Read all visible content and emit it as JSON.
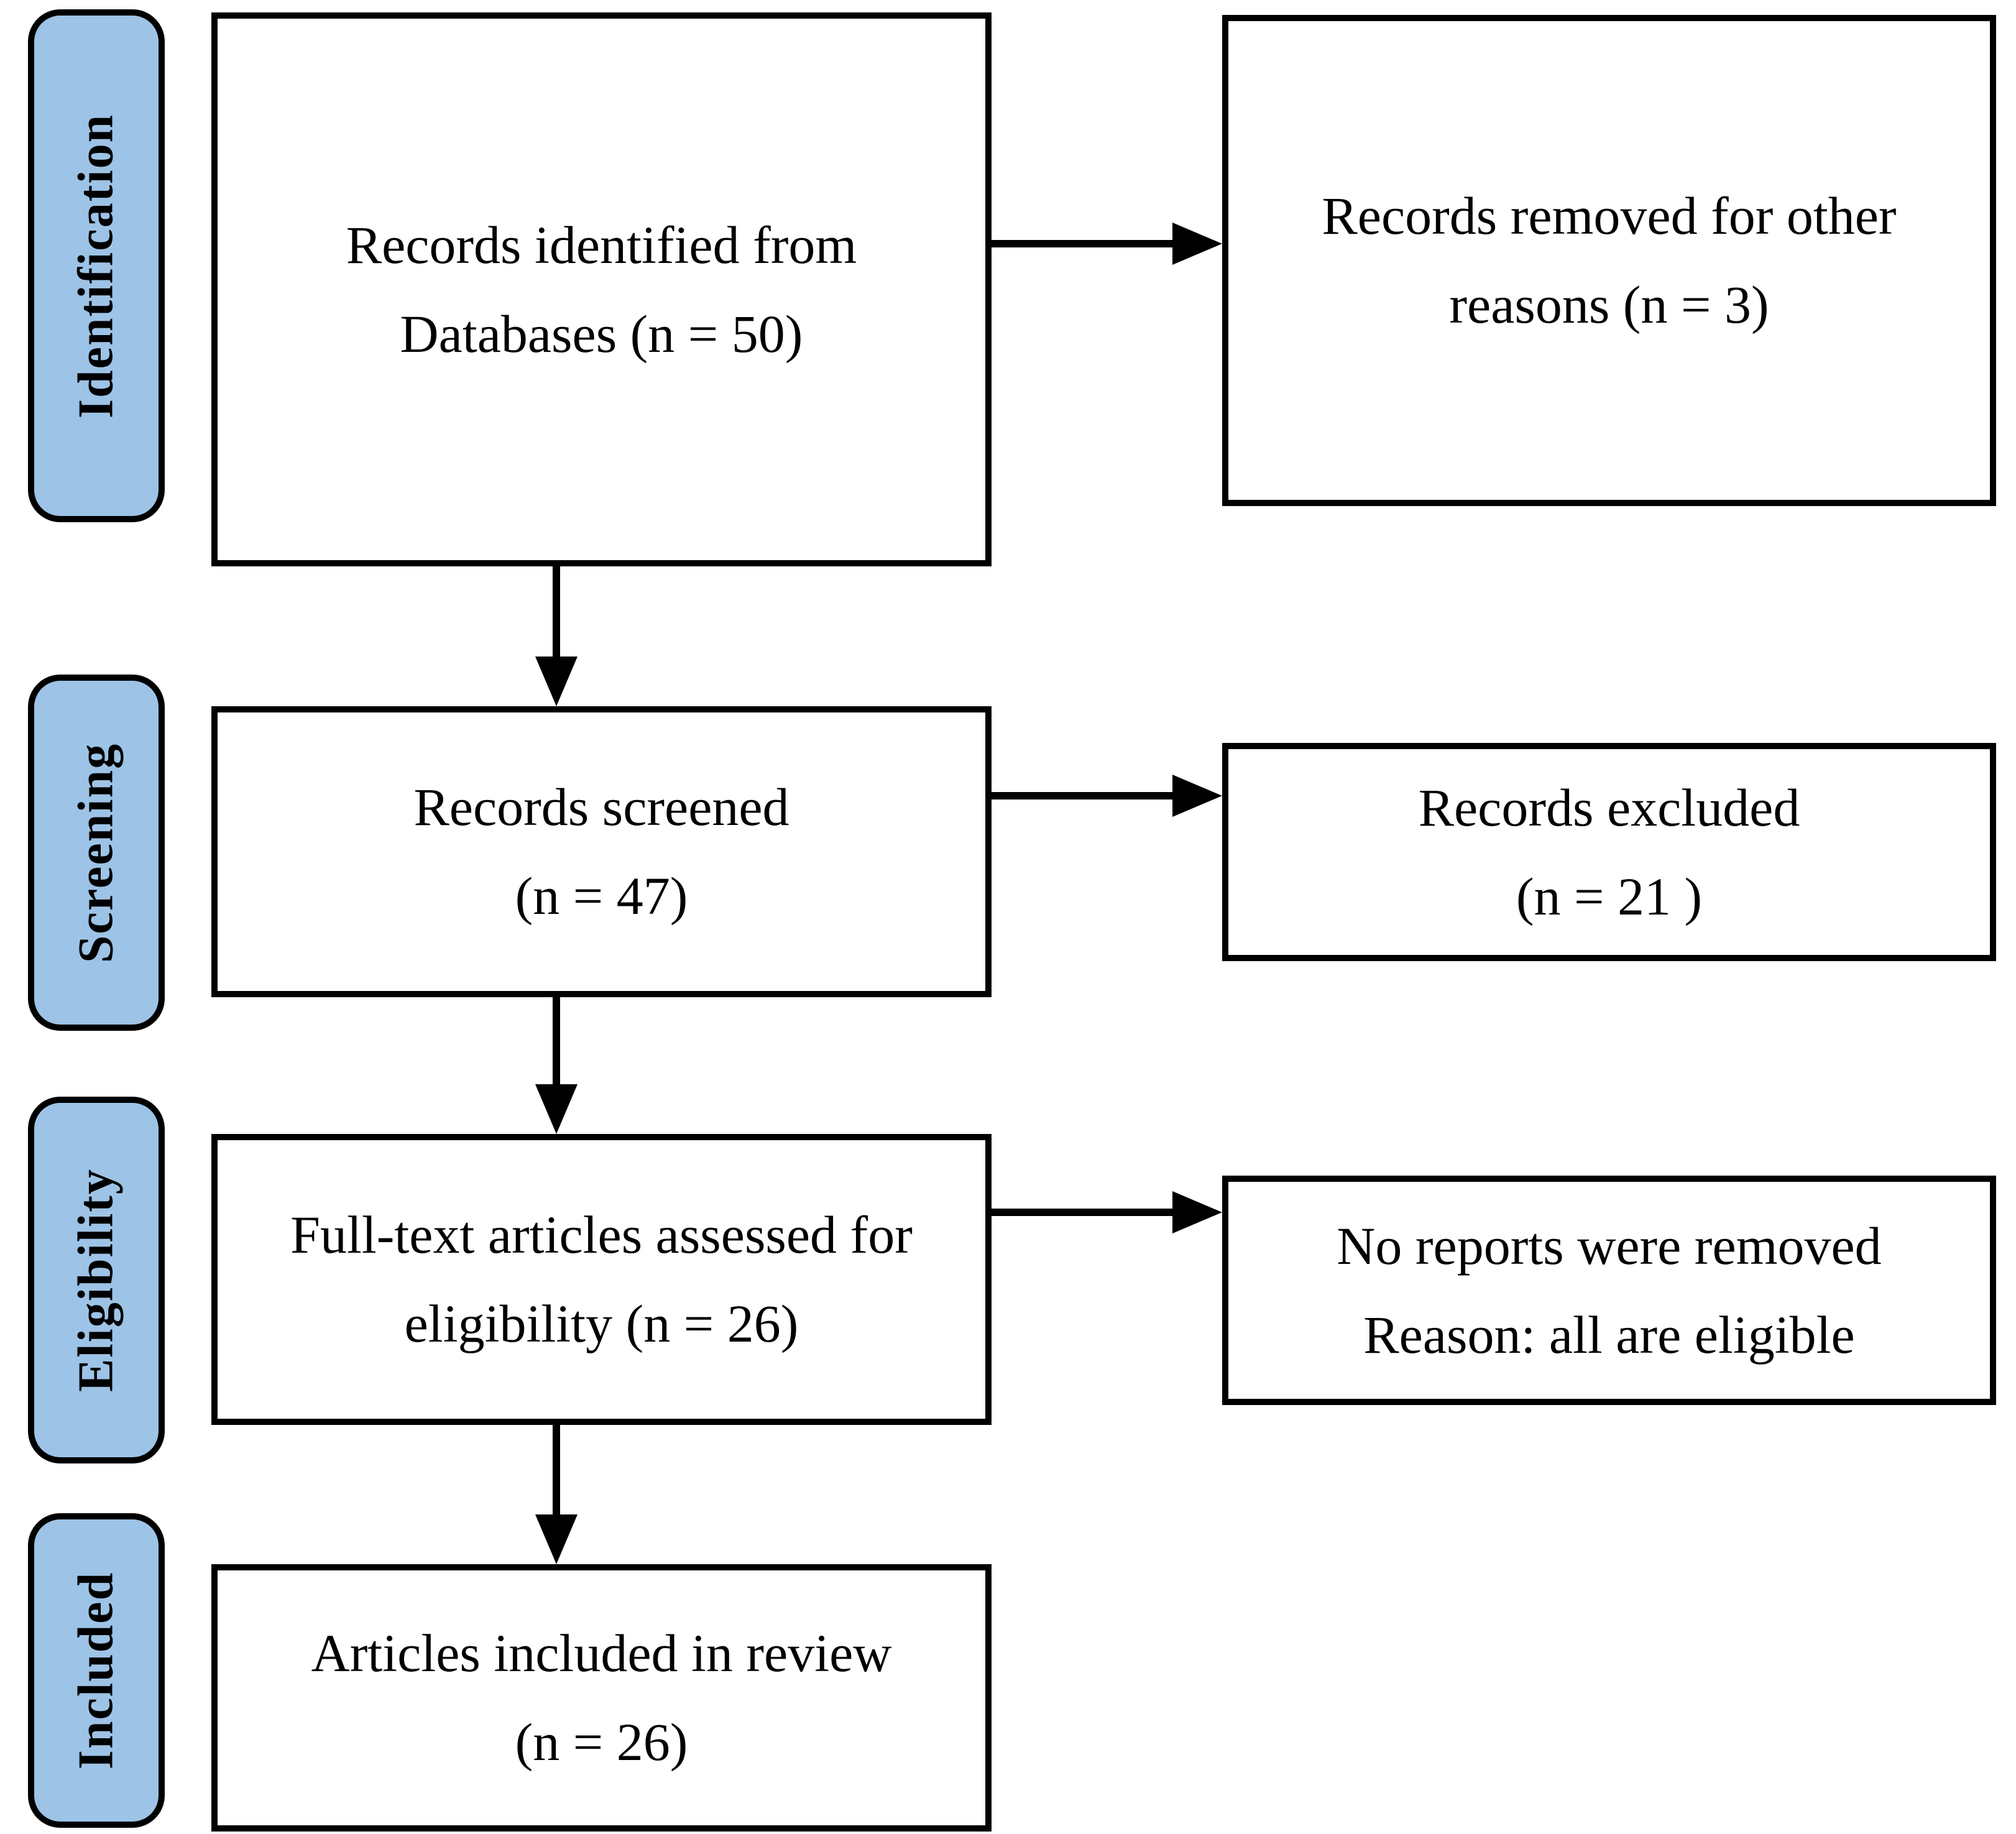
{
  "diagram": {
    "type": "prisma-flowchart",
    "colors": {
      "stage_fill": "#9DC3E6",
      "line_color": "#000000",
      "text_color": "#000000",
      "background": "#FFFFFF"
    },
    "stages": [
      {
        "label": "Identification"
      },
      {
        "label": "Screening"
      },
      {
        "label": "Eligibility"
      },
      {
        "label": "Included"
      }
    ],
    "main_boxes": [
      {
        "line1": "Records identified from",
        "line2": "Databases (n = 50)"
      },
      {
        "line1": "Records screened",
        "line2": "(n = 47)"
      },
      {
        "line1": "Full-text articles assessed for",
        "line2": "eligibility (n = 26)"
      },
      {
        "line1": "Articles included in review",
        "line2": "(n = 26)"
      }
    ],
    "side_boxes": [
      {
        "line1": "Records removed for other",
        "line2": "reasons (n = 3)"
      },
      {
        "line1": "Records excluded",
        "line2": "(n = 21 )"
      },
      {
        "line1": "No reports were removed",
        "line2": "Reason: all are eligible"
      }
    ],
    "counts": {
      "identified": 50,
      "removed_other_reasons": 3,
      "screened": 47,
      "excluded": 21,
      "fulltext_assessed": 26,
      "included": 26
    }
  }
}
